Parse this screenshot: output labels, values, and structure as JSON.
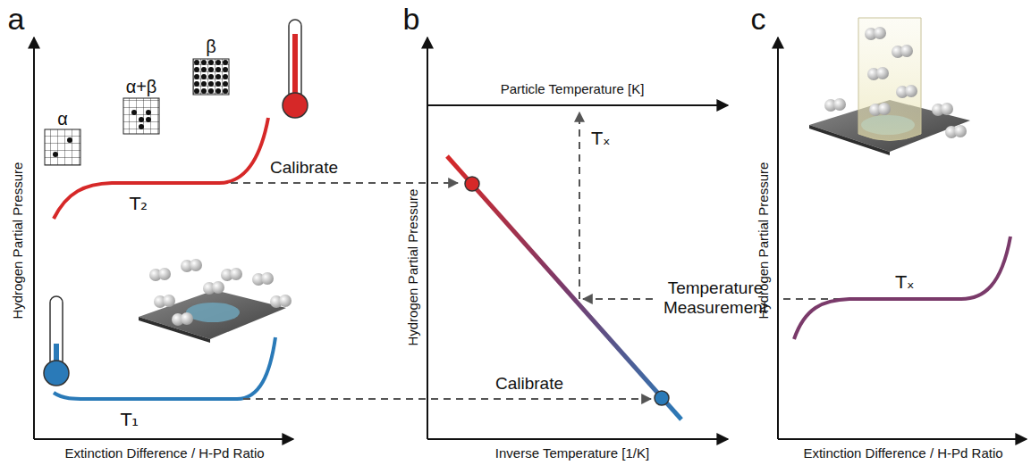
{
  "diagram": {
    "labels": [
      "a",
      "α",
      "α+β",
      "β",
      "T₂",
      "Calibrate",
      "T₁",
      "Hydrogen Partial Pressure",
      "Extinction Difference / H-Pd Ratio",
      "b",
      "Particle Temperature [K]",
      "Tₓ",
      "Temperature Measurement",
      "Calibrate",
      "Hydrogen Partial Pressure",
      "Inverse Temperature [1/K]",
      "c",
      "Tₓ",
      "Hydrogen Partial Pressure",
      "Extinction Difference / H-Pd Ratio"
    ]
  }
}
